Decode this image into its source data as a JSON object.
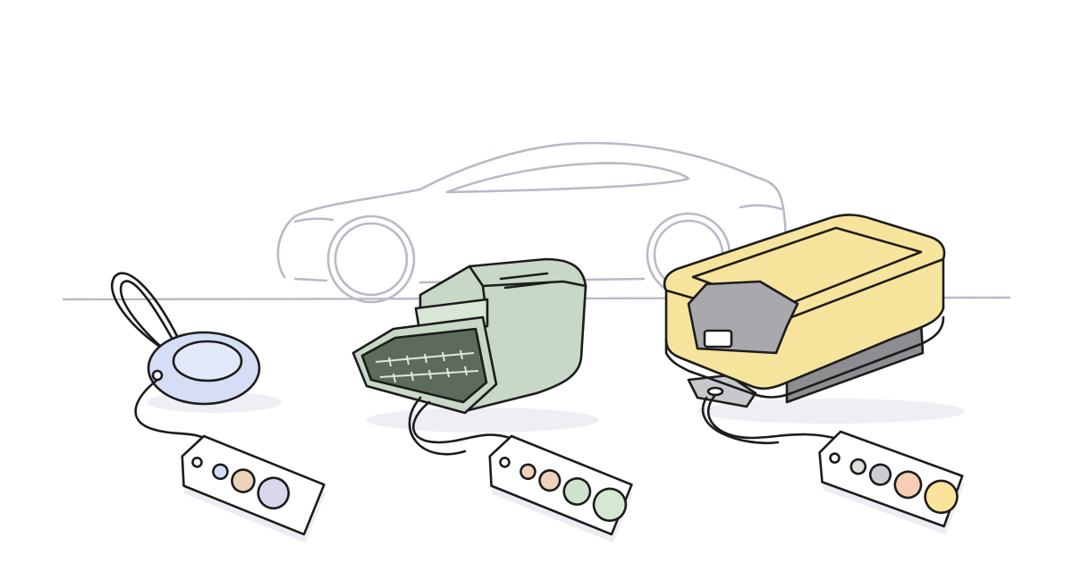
{
  "colors": {
    "car_outline": "#b9b9c9",
    "ground_line": "#b9b9c9",
    "key_fob_body": "#d6def5",
    "obd_dongle_body": "#c7d8c6",
    "tracker_body": "#f6e49c",
    "tracker_clip": "#a9a9ad",
    "shadow": "#e9e9f0"
  },
  "tags": [
    {
      "device": "key-fob",
      "dots": [
        "#cfe0f5",
        "#ecd2b8",
        "#dcd6ec"
      ]
    },
    {
      "device": "obd-dongle",
      "dots": [
        "#f3d2b8",
        "#ecd3bd",
        "#cfe2cd",
        "#d6e8d4"
      ]
    },
    {
      "device": "gps-tracker",
      "dots": [
        "#dfe0da",
        "#c9ccd3",
        "#f6cdb5",
        "#fae49c"
      ]
    }
  ]
}
